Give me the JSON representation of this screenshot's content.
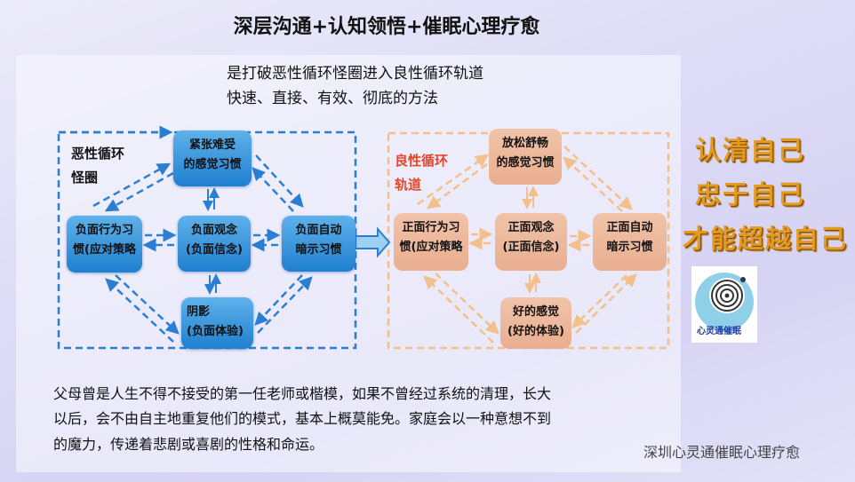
{
  "title": "深层沟通+认知领悟+催眠心理疗愈",
  "subtitle": [
    "是打破恶性循环怪圈进入良性循环轨道",
    "快速、直接、有效、彻底的方法"
  ],
  "vicious": {
    "label": [
      "恶性循环",
      "怪圈"
    ],
    "top": [
      "紧张难受",
      "的感觉习惯"
    ],
    "left": [
      "负面行为习",
      "惯(应对策略"
    ],
    "center": [
      "负面观念",
      "(负面信念)"
    ],
    "right": [
      "负面自动",
      "暗示习惯"
    ],
    "bottom": [
      "阴影",
      "(负面体验)"
    ]
  },
  "virtuous": {
    "label": [
      "良性循环",
      "轨道"
    ],
    "top": [
      "放松舒畅",
      "的感觉习惯"
    ],
    "left": [
      "正面行为习",
      "惯(应对策略"
    ],
    "center": [
      "正面观念",
      "(正面信念)"
    ],
    "right": [
      "正面自动",
      "暗示习惯"
    ],
    "bottom": [
      "好的感觉",
      "(好的体验)"
    ]
  },
  "body_text": [
    "父母曾是人生不得不接受的第一任老师或楷模，如果不曾经过系统的清理，长大",
    "以后，会不由自主地重复他们的模式，基本上概莫能免。家庭会以一种意想不到",
    "的魔力，传递着悲剧或喜剧的性格和命运。"
  ],
  "slogans": [
    "认清自己",
    "忠于自己",
    "才能超越自己"
  ],
  "logo_text": "心灵通催眠",
  "watermark": "深圳心灵通催眠心理疗愈",
  "colors": {
    "blue": "#1f7fd0",
    "peach": "#e9ae90",
    "orange_label": "#e8452a",
    "slogan": "#e39a1e"
  }
}
